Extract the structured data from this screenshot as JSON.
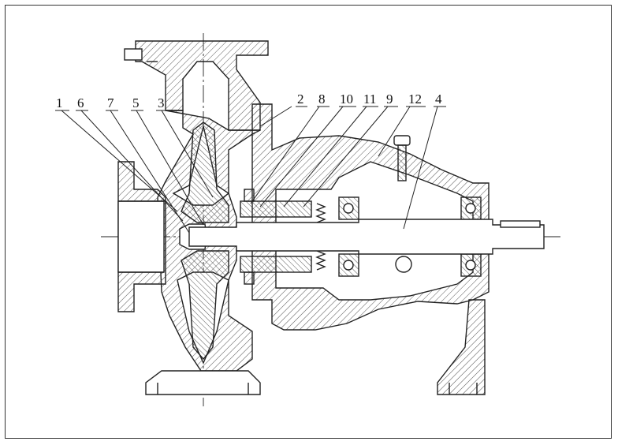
{
  "figure": {
    "callouts": [
      {
        "id": "1",
        "label": "1"
      },
      {
        "id": "6",
        "label": "6"
      },
      {
        "id": "7",
        "label": "7"
      },
      {
        "id": "5",
        "label": "5"
      },
      {
        "id": "3",
        "label": "3"
      },
      {
        "id": "2",
        "label": "2"
      },
      {
        "id": "8",
        "label": "8"
      },
      {
        "id": "10",
        "label": "10"
      },
      {
        "id": "11",
        "label": "11"
      },
      {
        "id": "9",
        "label": "9"
      },
      {
        "id": "12",
        "label": "12"
      },
      {
        "id": "4",
        "label": "4"
      }
    ],
    "colors": {
      "line": "#222222",
      "hatch": "#555555",
      "background": "#ffffff"
    }
  }
}
